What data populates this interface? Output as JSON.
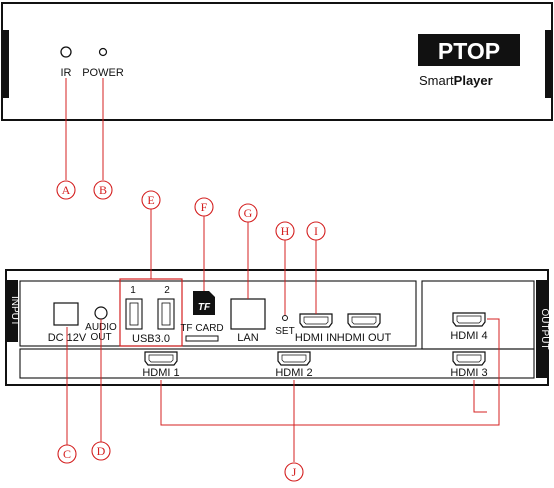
{
  "front_panel": {
    "ir_label": "IR",
    "power_label": "POWER",
    "logo_text": "PTOP",
    "brand_light": "Smart",
    "brand_bold": "Player"
  },
  "rear_panel": {
    "input_label": "INPUT",
    "output_label": "OUTPUT",
    "dc_label": "DC 12V",
    "audio_label_line1": "AUDIO",
    "audio_label_line2": "OUT",
    "usb_port1": "1",
    "usb_port2": "2",
    "usb_label": "USB3.0",
    "tf_card_label": "TF CARD",
    "tf_logo": "TF",
    "lan_label": "LAN",
    "set_label": "SET",
    "hdmi_in_label": "HDMI IN",
    "hdmi_out_label": "HDMI OUT",
    "hdmi1_label": "HDMI 1",
    "hdmi2_label": "HDMI 2",
    "hdmi3_label": "HDMI 3",
    "hdmi4_label": "HDMI 4"
  },
  "callouts": {
    "a": "A",
    "b": "B",
    "c": "C",
    "d": "D",
    "e": "E",
    "f": "F",
    "g": "G",
    "h": "H",
    "i": "I",
    "j": "J"
  },
  "colors": {
    "callout": "#d42020",
    "outline": "#111111",
    "logo_bg": "#111111"
  }
}
